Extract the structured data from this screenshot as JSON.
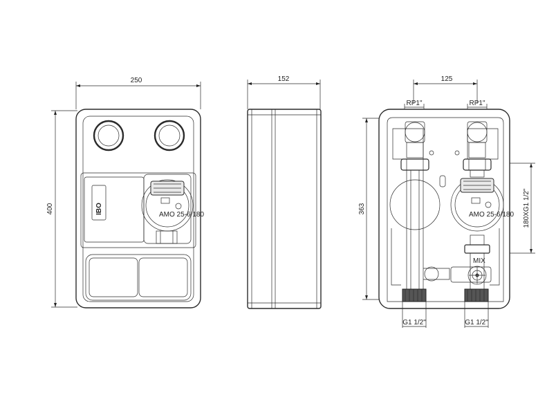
{
  "front_view": {
    "width_dim": "250",
    "height_dim": "400",
    "logo_text": "IBO",
    "pump_label": "AMO 25-6/180"
  },
  "side_view": {
    "depth_dim": "152"
  },
  "back_view": {
    "spacing_dim": "125",
    "height_dim": "363",
    "offset_dim": "180XG1 1/2\"",
    "top_left_connection": "RP1\"",
    "top_right_connection": "RP1\"",
    "bottom_left_connection": "G1 1/2\"",
    "bottom_right_connection": "G1 1/2\"",
    "valve_label": "MIX",
    "pump_label": "AMO 25-6/180"
  }
}
